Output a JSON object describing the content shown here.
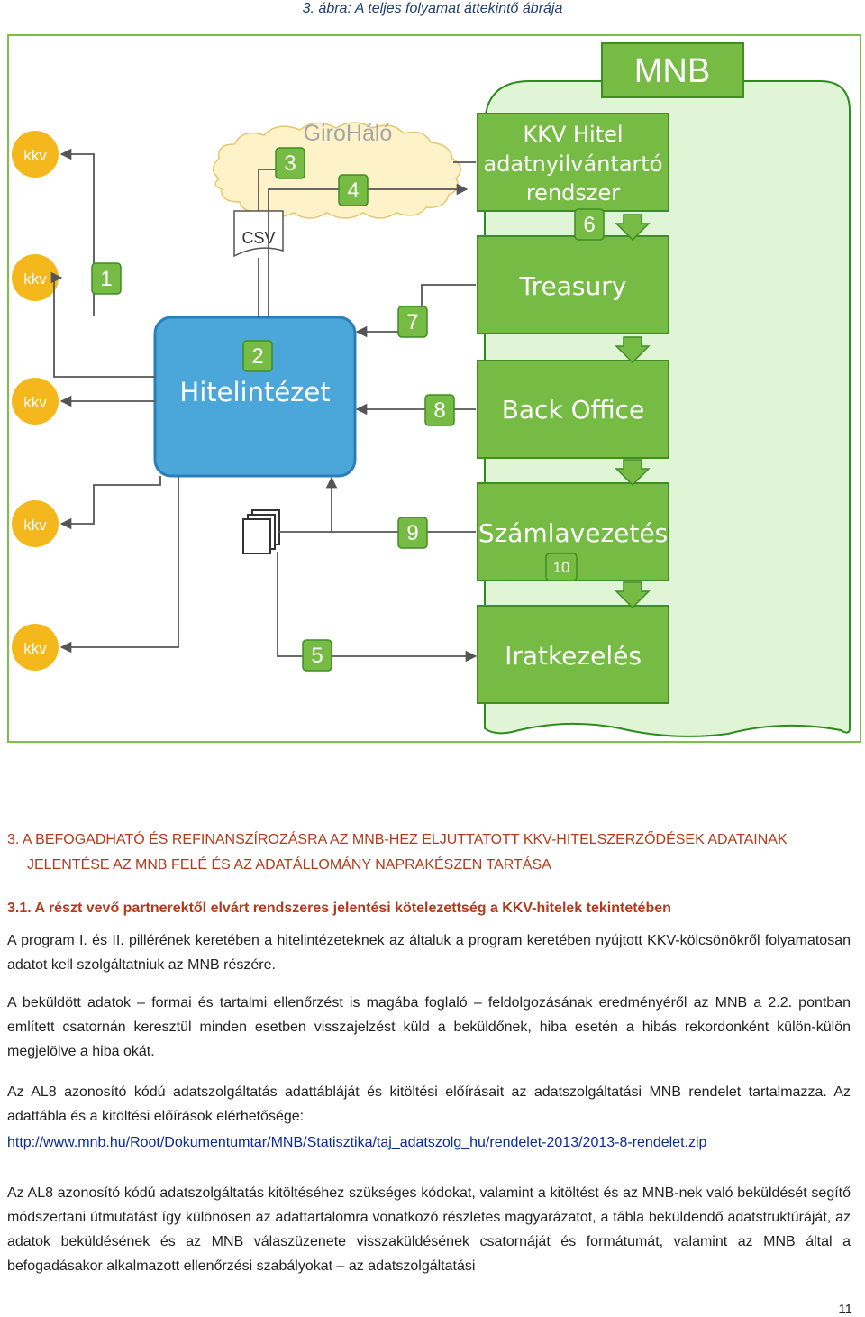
{
  "caption": "3. ábra: A teljes folyamat áttekintő ábrája",
  "diagram": {
    "mnb_title": "MNB",
    "girohalo_label": "GiroHáló",
    "csv_label": "CSV",
    "kkv_labels": [
      "kkv",
      "kkv",
      "kkv",
      "kkv",
      "kkv"
    ],
    "hitelintezet_label": "Hitelintézet",
    "systems": {
      "kkv_hitel_line1": "KKV Hitel",
      "kkv_hitel_line2": "adatnyilvántartó",
      "kkv_hitel_line3": "rendszer",
      "treasury": "Treasury",
      "back_office": "Back Office",
      "szamlavezetes": "Számlavezetés",
      "iratkezeles": "Iratkezelés"
    },
    "step_numbers": {
      "s1": "1",
      "s2": "2",
      "s3": "3",
      "s4": "4",
      "s5": "5",
      "s6": "6",
      "s7": "7",
      "s8": "8",
      "s9": "9",
      "s10": "10"
    },
    "colors": {
      "kkv_circle": "#f5b81c",
      "hitelintezet_fill": "#4ba7da",
      "mnb_panel": "#e0f5d6",
      "system_box": "#76bb44",
      "step_badge": "#76bb44"
    }
  },
  "section": {
    "heading_line1": "3. A BEFOGADHATÓ ÉS REFINANSZÍROZÁSRA AZ MNB-HEZ ELJUTTATOTT KKV-HITELSZERZŐDÉSEK ADATAINAK",
    "heading_line2": "JELENTÉSE AZ MNB FELÉ ÉS AZ ADATÁLLOMÁNY NAPRAKÉSZEN TARTÁSA",
    "subheading": "3.1. A részt vevő partnerektől elvárt rendszeres jelentési kötelezettség a KKV-hitelek tekintetében",
    "p1": "A program I. és II. pillérének keretében a hitelintézeteknek az általuk a program keretében nyújtott KKV-kölcsönökről folyamatosan adatot kell szolgáltatniuk az MNB részére.",
    "p2": "A beküldött adatok – formai és tartalmi ellenőrzést is magába foglaló – feldolgozásának eredményéről az MNB a 2.2. pontban említett csatornán keresztül minden esetben visszajelzést küld a beküldőnek, hiba esetén a hibás rekordonként külön-külön megjelölve a hiba okát.",
    "p3": "Az AL8 azonosító kódú adatszolgáltatás adattábláját és kitöltési előírásait az adatszolgáltatási MNB rendelet tartalmazza. Az adattábla és a kitöltési előírások elérhetősége:",
    "link": "http://www.mnb.hu/Root/Dokumentumtar/MNB/Statisztika/taj_adatszolg_hu/rendelet-2013/2013-8-rendelet.zip",
    "p4": "Az AL8 azonosító kódú adatszolgáltatás kitöltéséhez szükséges kódokat, valamint a kitöltést és az MNB-nek való beküldését segítő módszertani útmutatást így különösen az adattartalomra vonatkozó részletes magyarázatot, a tábla beküldendő adatstruktúráját, az adatok beküldésének és az MNB válaszüzenete visszaküldésének csatornáját és formátumát, valamint az MNB által a befogadásakor alkalmazott ellenőrzési szabályokat – az adatszolgáltatási"
  },
  "page_number": "11"
}
